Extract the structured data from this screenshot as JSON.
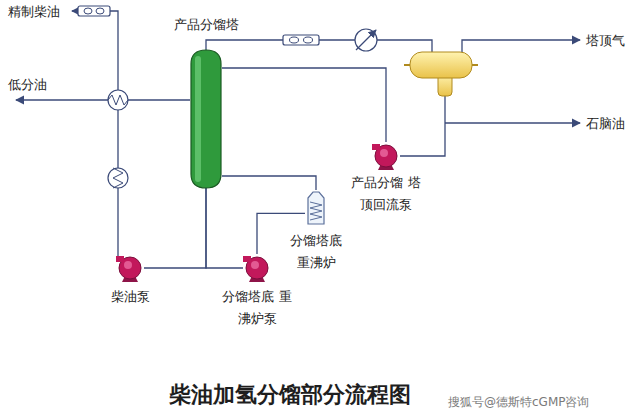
{
  "diagram": {
    "caption": "柴油加氢分馏部分流程图",
    "nodes": [
      {
        "text": [
          "产品分馏塔"
        ]
      },
      {
        "text": [
          "产品分馏 塔顶回流泵"
        ]
      },
      {
        "text": [
          "分馏塔底 重沸炉"
        ]
      },
      {
        "text": [
          "分馏塔底 重沸炉泵"
        ]
      },
      {
        "text": [
          "柴油泵"
        ]
      }
    ],
    "edges": [
      {
        "from": 0,
        "to": 4,
        "arrow": "none"
      },
      {
        "from": 0,
        "to": 3,
        "arrow": "none"
      },
      {
        "from": 3,
        "to": 2,
        "arrow": "none"
      },
      {
        "from": 2,
        "to": 0,
        "arrow": "none"
      },
      {
        "from": 1,
        "to": 0,
        "arrow": "none"
      }
    ],
    "labels": [
      "精制柴油",
      "低分油",
      "塔顶气",
      "石脑油",
      "搜狐号@德斯特cGMP咨询"
    ]
  }
}
